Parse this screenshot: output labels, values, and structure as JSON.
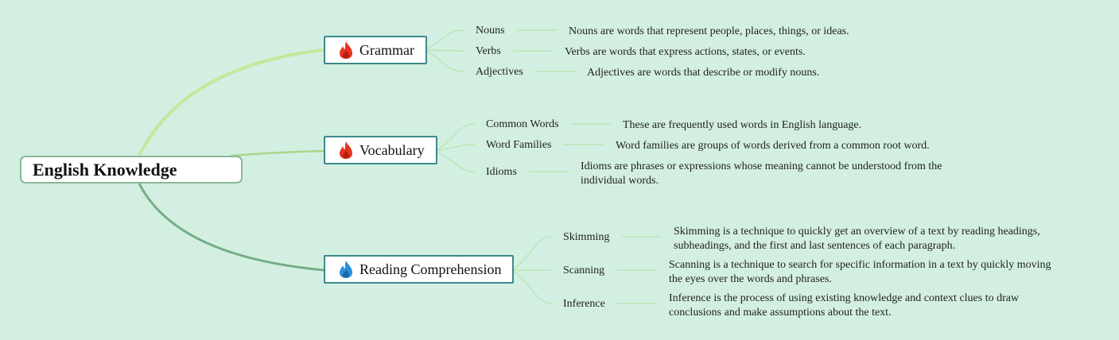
{
  "root": {
    "label": "English Knowledge"
  },
  "colors": {
    "background": "#d3efe2",
    "grammar_link": "#c5e79a",
    "vocabulary_link": "#a9d88a",
    "reading_link": "#74ad84",
    "leaf_link": "#b9e3a9",
    "branch_border": "#3a8a8c"
  },
  "branches": [
    {
      "label": "Grammar",
      "icon": "fire-red-icon",
      "children": [
        {
          "label": "Nouns",
          "description": "Nouns are words that represent people, places, things, or ideas."
        },
        {
          "label": "Verbs",
          "description": "Verbs are words that express actions, states, or events."
        },
        {
          "label": "Adjectives",
          "description": "Adjectives are words that describe or modify nouns."
        }
      ]
    },
    {
      "label": "Vocabulary",
      "icon": "fire-red-icon",
      "children": [
        {
          "label": "Common Words",
          "description": "These are frequently used words in English language."
        },
        {
          "label": "Word Families",
          "description": "Word families are groups of words derived from a common root word."
        },
        {
          "label": "Idioms",
          "description": "Idioms are phrases or expressions whose meaning cannot be understood from the individual words."
        }
      ]
    },
    {
      "label": "Reading Comprehension",
      "icon": "fire-blue-icon",
      "children": [
        {
          "label": "Skimming",
          "description": "Skimming is a technique to quickly get an overview of a text by reading headings, subheadings, and the first and last sentences of each paragraph."
        },
        {
          "label": "Scanning",
          "description": "Scanning is a technique to search for specific information in a text by quickly moving the eyes over the words and phrases."
        },
        {
          "label": "Inference",
          "description": "Inference is the process of using existing knowledge and context clues to draw conclusions and make assumptions about the text."
        }
      ]
    }
  ]
}
